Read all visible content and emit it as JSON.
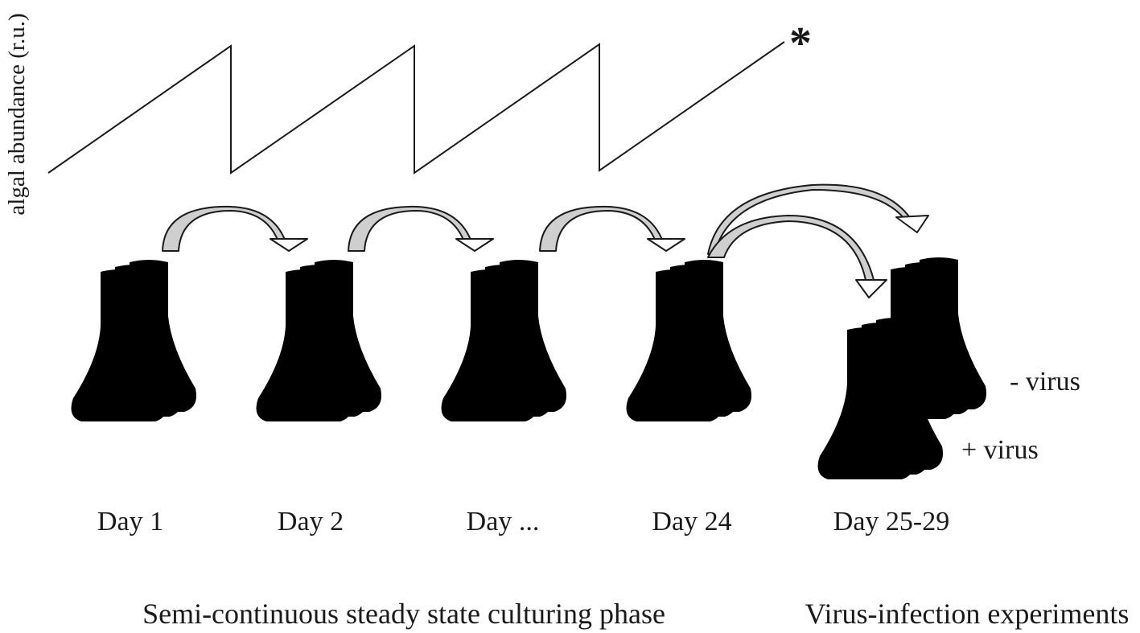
{
  "y_axis_label": "algal abundance (r.u.)",
  "marker": "*",
  "days": [
    "Day 1",
    "Day 2",
    "Day ...",
    "Day 24",
    "Day 25-29"
  ],
  "conditions": [
    "- virus",
    "+ virus"
  ],
  "phases": [
    "Semi-continuous steady state culturing phase",
    "Virus-infection experiments"
  ]
}
